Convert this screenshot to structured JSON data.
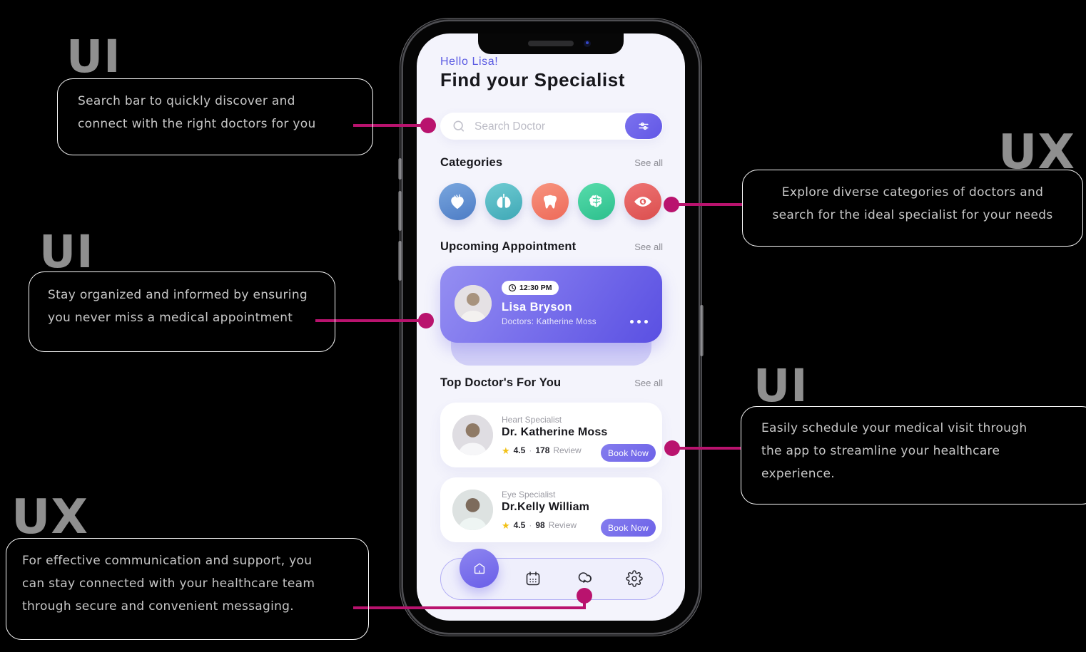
{
  "accent_color": "#b9136e",
  "brand_purple": "#6c63ea",
  "annotations": {
    "search": {
      "tag": "UI",
      "lines": [
        "Search bar to quickly discover and",
        "connect with the right doctors for you"
      ]
    },
    "categories": {
      "tag": "UX",
      "lines": [
        "Explore diverse categories of doctors and",
        "search for the ideal specialist for your needs"
      ]
    },
    "appointment": {
      "tag": "UI",
      "lines": [
        "Stay organized and informed by ensuring",
        "you never miss a medical appointment"
      ]
    },
    "booking": {
      "tag": "UI",
      "lines": [
        "Easily schedule your medical visit through",
        "the app to streamline your healthcare",
        "experience."
      ]
    },
    "messaging": {
      "tag": "UX",
      "lines": [
        "For effective communication and support, you",
        "can stay connected with your healthcare team",
        "through secure and convenient messaging."
      ]
    }
  },
  "app": {
    "greeting": "Hello Lisa!",
    "title": "Find your Specialist",
    "search_placeholder": "Search Doctor",
    "categories_title": "Categories",
    "upcoming_title": "Upcoming Appointment",
    "top_doctors_title": "Top Doctor's For You",
    "see_all": "See all",
    "category_icons": [
      {
        "name": "heart-icon",
        "color": "#5d8cd0"
      },
      {
        "name": "lungs-icon",
        "color": "#54bcc4"
      },
      {
        "name": "tooth-icon",
        "color": "#f2806e"
      },
      {
        "name": "brain-icon",
        "color": "#3ecd9c"
      },
      {
        "name": "eye-icon",
        "color": "#e45f5f"
      }
    ],
    "appointment": {
      "time": "12:30 PM",
      "patient": "Lisa Bryson",
      "doctor_line": "Doctors: Katherine Moss"
    },
    "doctors": [
      {
        "specialty": "Heart Specialist",
        "name": "Dr. Katherine Moss",
        "rating": "4.5",
        "separator": "·",
        "reviews": "178",
        "review_label": "Review",
        "cta": "Book Now"
      },
      {
        "specialty": "Eye Specialist",
        "name": "Dr.Kelly William",
        "rating": "4.5",
        "separator": "·",
        "reviews": "98",
        "review_label": "Review",
        "cta": "Book Now"
      }
    ],
    "nav_items": [
      "home",
      "calendar",
      "chat",
      "settings"
    ]
  }
}
